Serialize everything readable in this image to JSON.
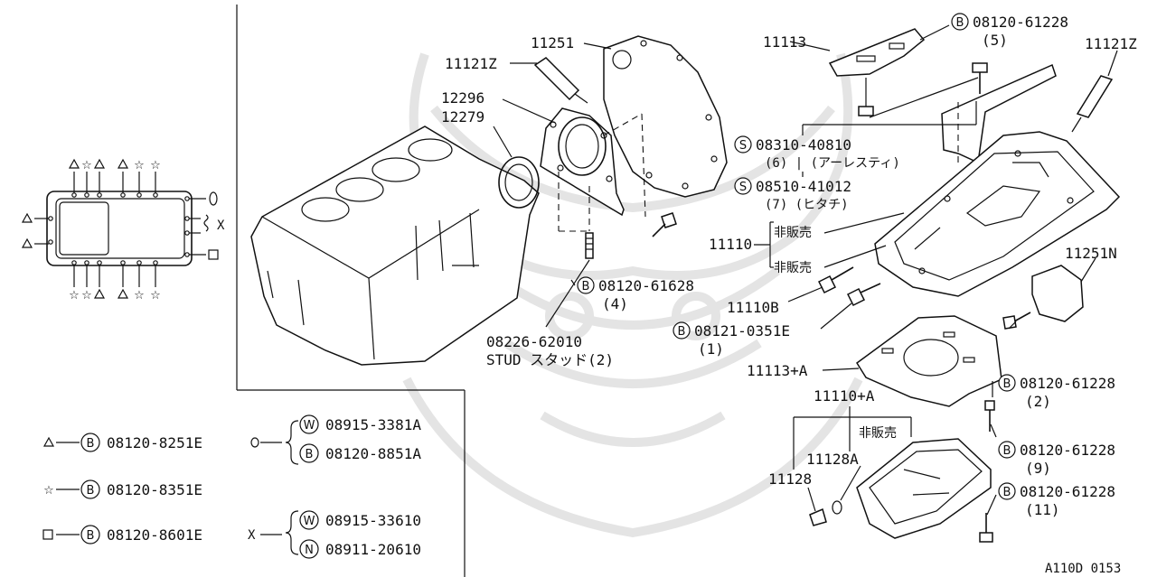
{
  "parts": {
    "p11251": "11251",
    "p11121z_left": "11121Z",
    "p12296": "12296",
    "p12279": "12279",
    "p11113": "11113",
    "p11121z_right": "11121Z",
    "bolt_top_right_code": "08120-61228",
    "bolt_top_right_qty": "(5)",
    "screw_08310_code": "08310-40810",
    "screw_08310_note": "(6) | (アーレスティ)",
    "screw_08510_code": "08510-41012",
    "screw_08510_note": "(7)    (ヒタチ)",
    "p11110": "11110",
    "not_for_sale_1": "非販売",
    "not_for_sale_2": "非販売",
    "p11110b": "11110B",
    "bolt_61628_code": "08120-61628",
    "bolt_61628_qty": "(4)",
    "stud_code": "08226-62010",
    "stud_name": "STUD スタッド(2)",
    "bolt_0351e_code": "08121-0351E",
    "bolt_0351e_qty": "(1)",
    "p11251n": "11251N",
    "p11113a": "11113+A",
    "bolt_q2_code": "08120-61228",
    "bolt_q2_qty": "(2)",
    "p11110a": "11110+A",
    "not_for_sale_3": "非販売",
    "p11128a": "11128A",
    "p11128": "11128",
    "bolt_q9_code": "08120-61228",
    "bolt_q9_qty": "(9)",
    "bolt_q11_code": "08120-61228",
    "bolt_q11_qty": "(11)"
  },
  "legend": {
    "triangle_code": "08120-8251E",
    "star_code": "08120-8351E",
    "square_code": "08120-8601E",
    "circle_code_w": "08915-3381A",
    "circle_code_b": "08120-8851A",
    "x_code_w": "08915-33610",
    "x_code_n": "08911-20610",
    "x_mark": "X"
  },
  "badges": {
    "b": "B",
    "s": "S",
    "w": "W",
    "n": "N"
  },
  "diagram_id": "A110D 0153",
  "colors": {
    "ink": "#111111",
    "watermark": "#e4e4e4",
    "background": "#ffffff"
  }
}
